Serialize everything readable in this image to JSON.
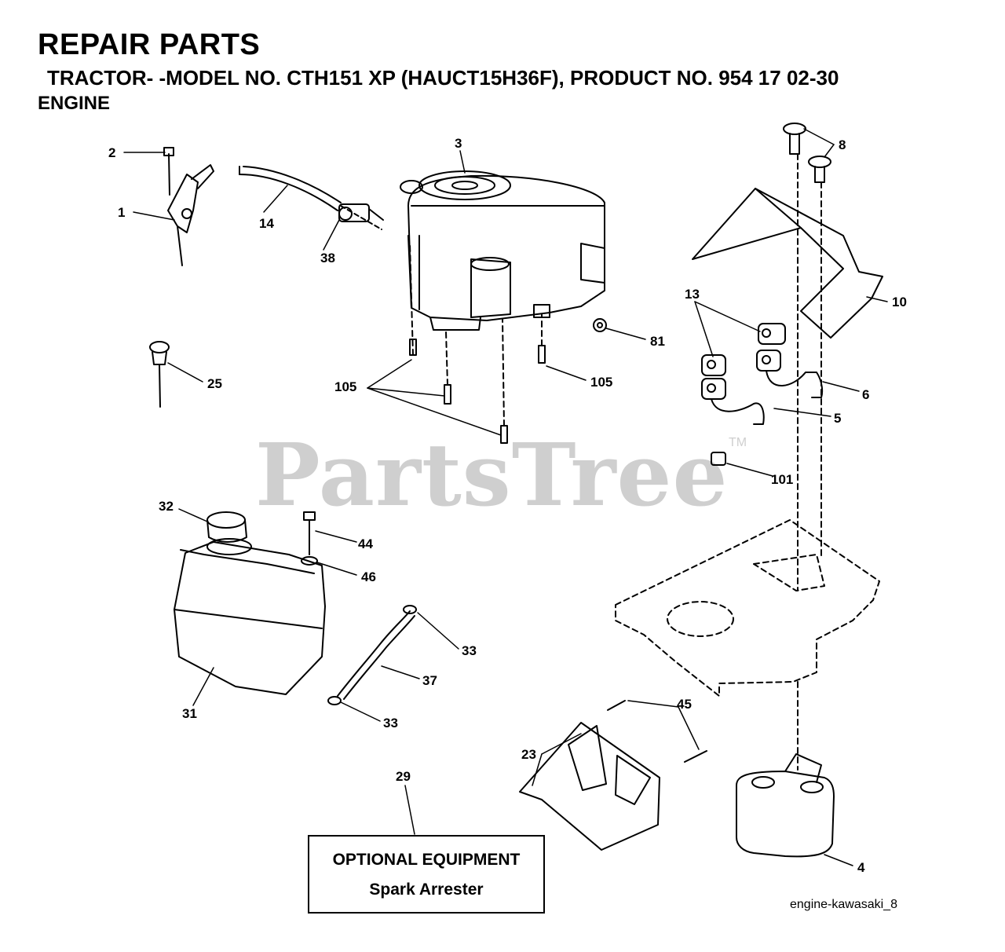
{
  "header": {
    "title": "REPAIR PARTS",
    "subtitle": "TRACTOR- -MODEL NO. CTH151 XP (HAUCT15H36F), PRODUCT NO. 954 17 02-30",
    "section": "ENGINE"
  },
  "watermark": {
    "text": "PartsTree",
    "tm": "TM"
  },
  "callouts": [
    "1",
    "2",
    "3",
    "8",
    "14",
    "38",
    "10",
    "13",
    "81",
    "105",
    "105",
    "25",
    "6",
    "5",
    "101",
    "32",
    "44",
    "46",
    "33",
    "37",
    "33",
    "31",
    "45",
    "23",
    "29",
    "4"
  ],
  "optional_box": {
    "title": "OPTIONAL EQUIPMENT",
    "item": "Spark Arrester"
  },
  "reference": "engine-kawasaki_8",
  "colors": {
    "line": "#000000",
    "watermark": "#cfcfcf",
    "background": "#ffffff"
  }
}
